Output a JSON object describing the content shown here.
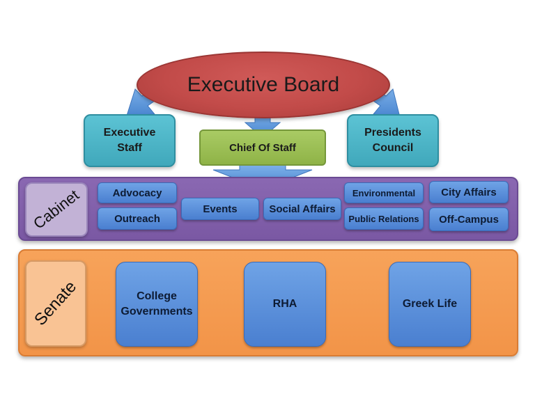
{
  "top": {
    "executive_board": "Executive Board",
    "executive_staff": [
      "Executive",
      "Staff"
    ],
    "chief_of_staff": "Chief Of Staff",
    "presidents_council": [
      "Presidents",
      "Council"
    ]
  },
  "cabinet": {
    "label": "Cabinet",
    "items": {
      "advocacy": "Advocacy",
      "outreach": "Outreach",
      "events": "Events",
      "social_affairs": "Social Affairs",
      "environmental": "Environmental",
      "public_relations": "Public Relations",
      "city_affairs": "City Affairs",
      "off_campus": "Off-Campus"
    }
  },
  "senate": {
    "label": "Senate",
    "college_governments": [
      "College",
      "Governments"
    ],
    "rha": "RHA",
    "greek_life": "Greek Life"
  },
  "colors": {
    "executive_board": "#c24b49",
    "teal_boxes": "#4ab3c6",
    "chief_of_staff": "#9bbd55",
    "cabinet_band": "#7e5ca7",
    "senate_band": "#f59a4c",
    "unit_boxes": "#5a8fdc",
    "arrows": "#5b9bd5"
  }
}
